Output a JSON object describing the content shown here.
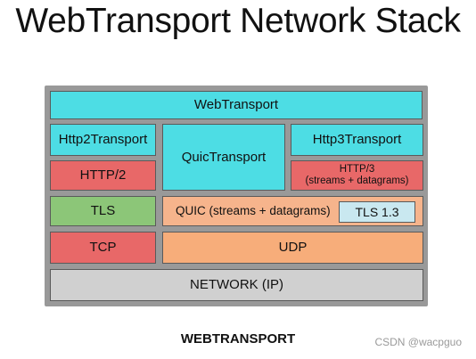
{
  "title": "WebTransport Network Stack",
  "footer": "WEBTRANSPORT",
  "watermark": "CSDN @wacpguo",
  "layers": {
    "webtransport": "WebTransport",
    "http2transport": "Http2Transport",
    "quictransport": "QuicTransport",
    "http3transport": "Http3Transport",
    "http2": "HTTP/2",
    "http3": "HTTP/3",
    "http3_detail": "(streams + datagrams)",
    "tls": "TLS",
    "quic": "QUIC (streams + datagrams)",
    "tls13": "TLS 1.3",
    "tcp": "TCP",
    "udp": "UDP",
    "network": "NETWORK (IP)"
  },
  "colors": {
    "cyan": "#4ddde4",
    "red": "#e86868",
    "green": "#8cc678",
    "orange": "#f7ad7a",
    "gray": "#d0d0d0",
    "light_blue": "#c9e8f0"
  }
}
